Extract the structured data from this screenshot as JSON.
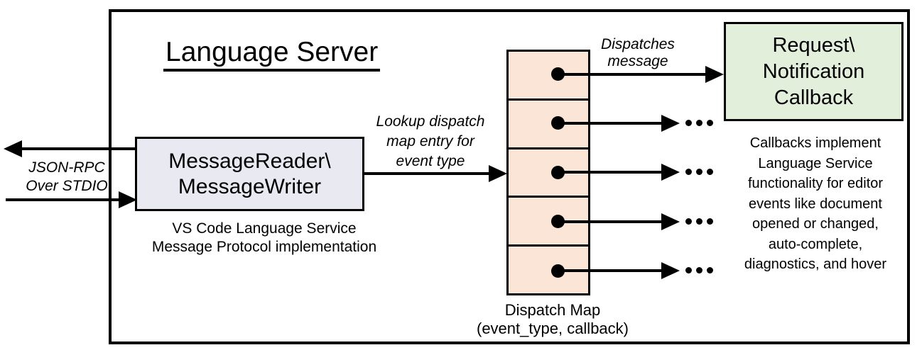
{
  "title": "Language Server",
  "reader_box": [
    "MessageReader\\",
    "MessageWriter"
  ],
  "reader_caption": [
    "VS Code Language Service",
    "Message Protocol implementation"
  ],
  "stdio_label": [
    "JSON-RPC",
    "Over STDIO"
  ],
  "lookup_label": [
    "Lookup dispatch",
    "map entry for",
    "event type"
  ],
  "dispatches_label": [
    "Dispatches",
    "message"
  ],
  "callback_box": [
    "Request\\",
    "Notification",
    "Callback"
  ],
  "dispatch_map_caption": [
    "Dispatch Map",
    "(event_type, callback)"
  ],
  "callbacks_note": [
    "Callbacks implement",
    "Language Service",
    "functionality for editor",
    "events like document",
    "opened or changed,",
    "auto-complete,",
    "diagnostics, and hover"
  ],
  "dispatch_map": {
    "cell_count": 5
  },
  "icons": {
    "ellipsis": "…",
    "arrowhead": "filled-triangle",
    "map_entry_dot": "filled-circle"
  },
  "colors": {
    "reader_box_fill": "#e9e9f2",
    "dispatch_cell_fill": "#fbe5d6",
    "callback_box_fill": "#e2efda",
    "line_color": "#000000",
    "background": "#ffffff"
  }
}
